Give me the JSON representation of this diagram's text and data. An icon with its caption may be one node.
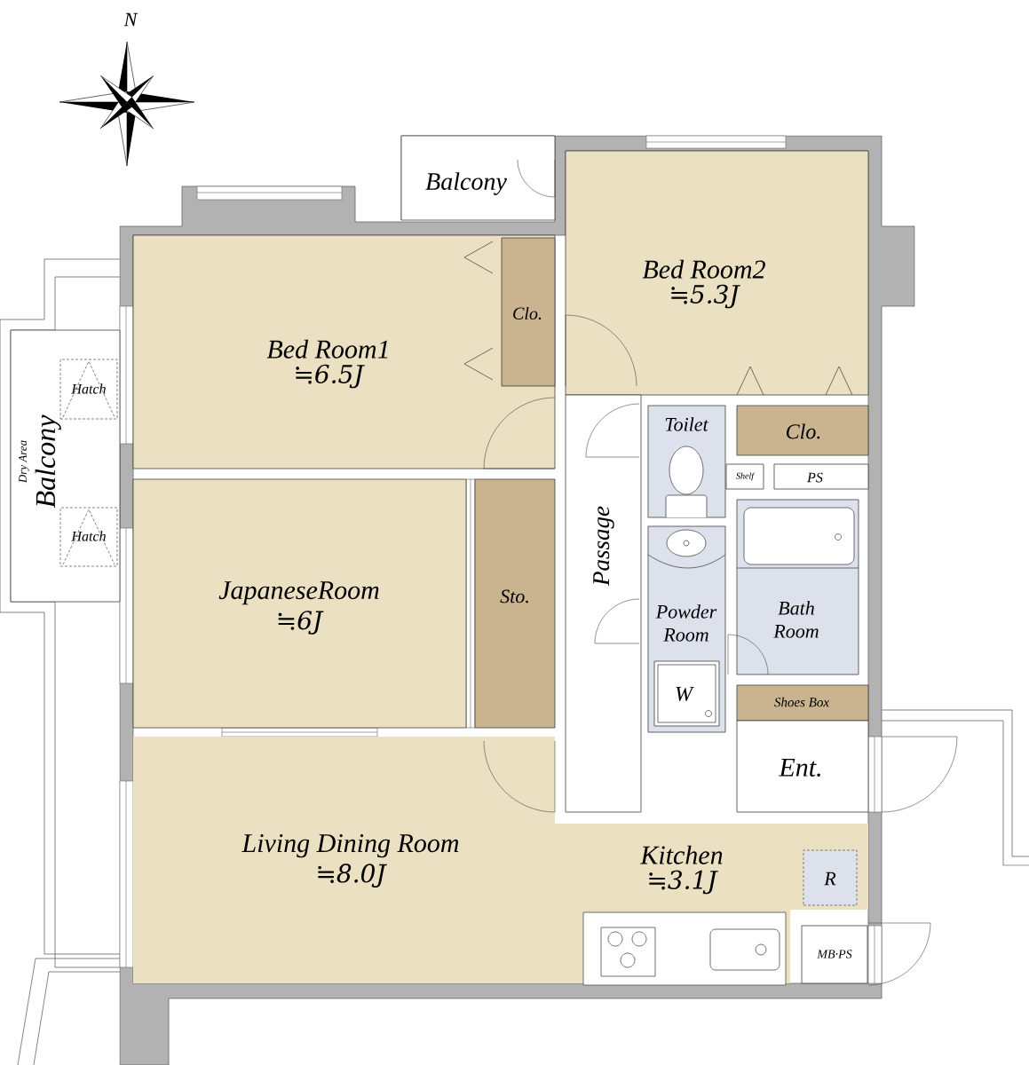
{
  "diagram": {
    "nodes": [
      {
        "text": [
          "Balcony"
        ]
      },
      {
        "text": [
          "Bed Room2",
          "≒5.3J"
        ]
      },
      {
        "text": [
          "Bed Room1",
          "≒6.5J"
        ]
      },
      {
        "text": [
          "Clo."
        ],
        "in": 2
      },
      {
        "text": [
          "Dry Area",
          "Balcony"
        ]
      },
      {
        "text": [
          "Hatch"
        ],
        "in": 4
      },
      {
        "text": [
          "Hatch"
        ],
        "in": 4
      },
      {
        "text": [
          "Toilet"
        ]
      },
      {
        "text": [
          "Clo."
        ]
      },
      {
        "text": [
          "Shelf"
        ]
      },
      {
        "text": [
          "PS"
        ]
      },
      {
        "text": [
          "JapaneseRoom",
          "≒6J"
        ]
      },
      {
        "text": [
          "Sto."
        ]
      },
      {
        "text": [
          "Passage"
        ]
      },
      {
        "text": [
          "Powder Room"
        ]
      },
      {
        "text": [
          "Bath Room"
        ]
      },
      {
        "text": [
          "W"
        ],
        "in": 14
      },
      {
        "text": [
          "Shoes Box"
        ]
      },
      {
        "text": [
          "Ent."
        ]
      },
      {
        "text": [
          "Living Dining Room",
          "≒8.0J"
        ]
      },
      {
        "text": [
          "Kitchen",
          "≒3.1J"
        ]
      },
      {
        "text": [
          "R"
        ],
        "in": 20
      },
      {
        "text": [
          "MB·PS"
        ]
      }
    ],
    "labels": [
      "N"
    ]
  }
}
